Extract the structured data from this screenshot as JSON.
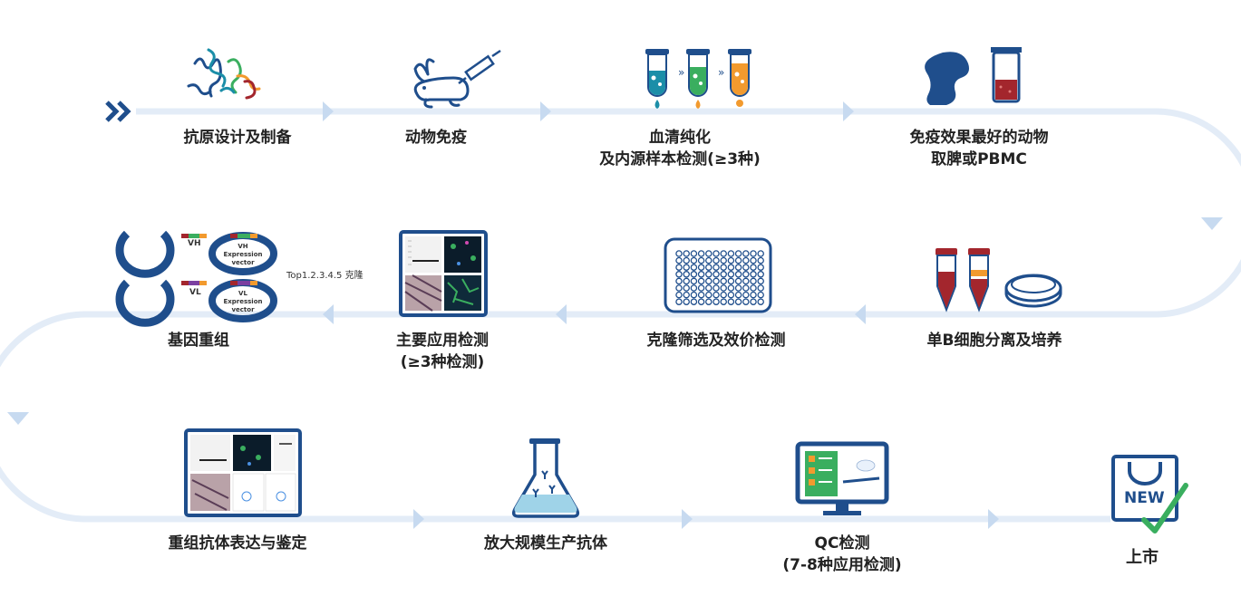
{
  "steps": {
    "s1": "抗原设计及制备",
    "s2": "动物免疫",
    "s3_l1": "血清纯化",
    "s3_l2": "及内源样本检测(≥3种)",
    "s4_l1": "免疫效果最好的动物",
    "s4_l2": "取脾或PBMC",
    "s5": "单B细胞分离及培养",
    "s6": "克隆筛选及效价检测",
    "s7_l1": "主要应用检测",
    "s7_l2": "(≥3种检测)",
    "s8": "基因重组",
    "s9": "重组抗体表达与鉴定",
    "s10": "放大规模生产抗体",
    "s11_l1": "QC检测",
    "s11_l2": "(7-8种应用检测)",
    "s12": "上市"
  },
  "annotations": {
    "vh": "VH",
    "vl": "VL",
    "vh_vector_l1": "VH Expression",
    "vh_vector_l2": "vector",
    "vl_vector_l1": "VL Expression",
    "vl_vector_l2": "vector",
    "top_clones": "Top1.2.3.4.5 克隆",
    "new_badge": "NEW"
  },
  "colors": {
    "path": "#e3ecf7",
    "arrow": "#c7daf0",
    "blue": "#1f4e8c",
    "red": "#a3262d",
    "green": "#3aae5f",
    "orange": "#f29a2e",
    "teal": "#1b8ea8"
  }
}
